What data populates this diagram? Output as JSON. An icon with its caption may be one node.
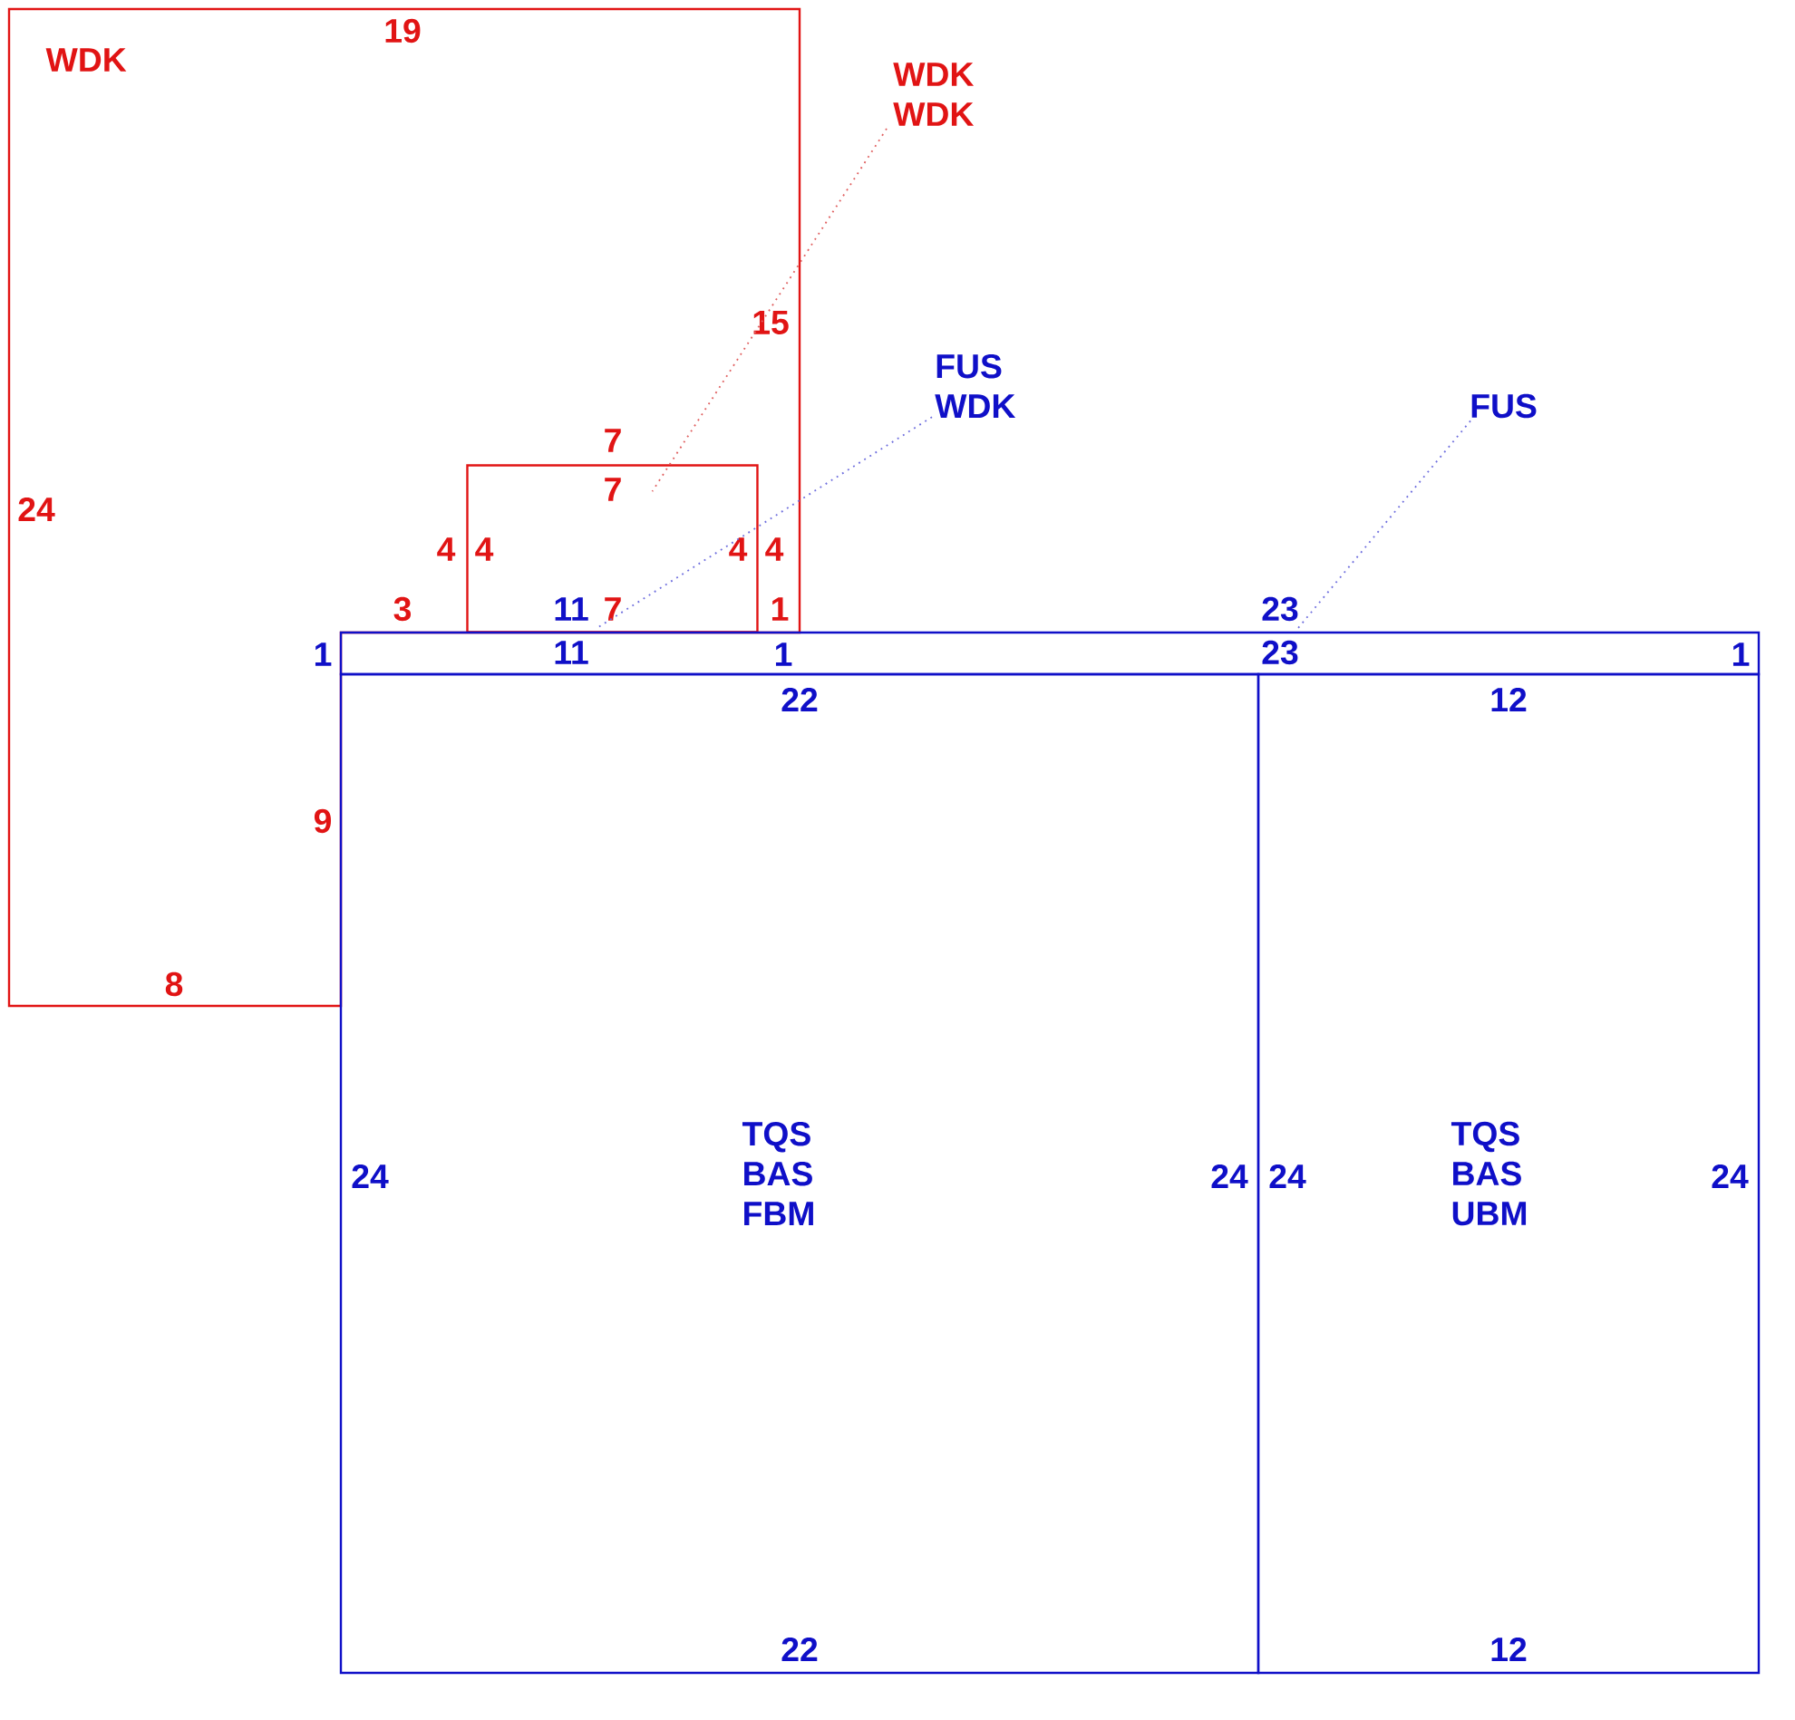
{
  "diagram": {
    "nodes": [
      {
        "text": [
          "WDK"
        ]
      },
      {
        "text": [],
        "shape": "box",
        "in": 0
      },
      {
        "text": [],
        "shape": "box"
      },
      {
        "text": [
          "TQS BAS FBM"
        ]
      },
      {
        "text": [
          "TQS BAS UBM"
        ]
      },
      {
        "text": [
          "WDK WDK"
        ]
      },
      {
        "text": [
          "FUS WDK"
        ]
      },
      {
        "text": [
          "FUS"
        ]
      }
    ],
    "edges": [
      {
        "from": 5,
        "to": 1,
        "arrow": "none",
        "color": "#e06060"
      },
      {
        "from": 6,
        "to": 2,
        "arrow": "none"
      },
      {
        "from": 7,
        "to": 2,
        "arrow": "none"
      }
    ],
    "labels": [
      "19",
      "15",
      "7",
      "24",
      "7",
      "4",
      "4",
      "4",
      "4",
      "3",
      "11",
      "7",
      "1",
      "23",
      "1",
      "11",
      "1",
      "23",
      "1",
      "22",
      "12",
      "9",
      "8",
      "24",
      "24",
      "24",
      "24",
      "22",
      "12"
    ]
  }
}
